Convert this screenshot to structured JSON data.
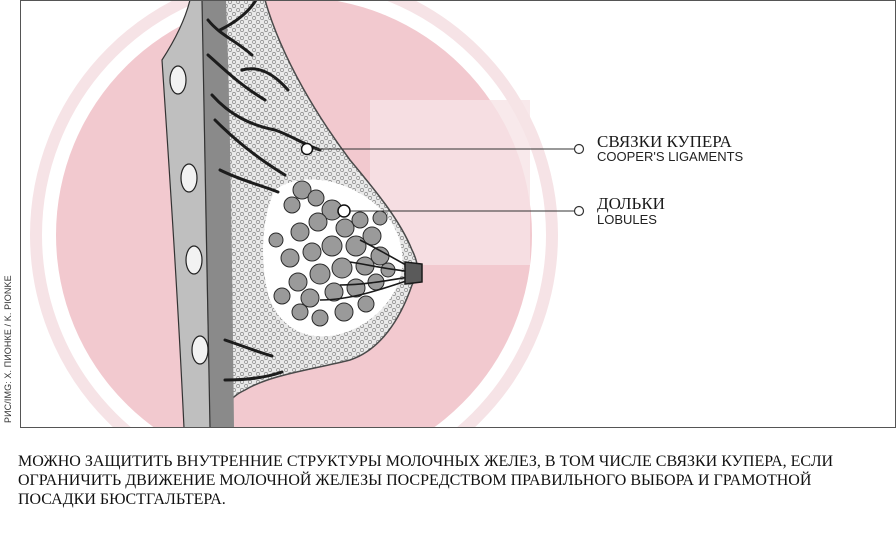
{
  "labels": [
    {
      "ru": "СВЯЗКИ КУПЕРА",
      "en": "COOPER'S LIGAMENTS"
    },
    {
      "ru": "ДОЛЬКИ",
      "en": "LOBULES"
    }
  ],
  "credit": "РИС/IMG: Х. ПИОНКЕ / K. PIONKE",
  "caption": "МОЖНО ЗАЩИТИТЬ ВНУТРЕННИЕ СТРУКТУРЫ МОЛОЧНЫХ ЖЕЛЕЗ, В ТОМ ЧИСЛЕ СВЯЗКИ КУПЕРА, ЕСЛИ ОГРАНИЧИТЬ ДВИЖЕНИЕ МОЛОЧНОЙ ЖЕЛЕЗЫ ПОСРЕДСТВОМ ПРАВИЛЬНОГО ВЫБОРА И ГРАМОТНОЙ ПОСАДКИ БЮСТГАЛЬТЕРА.",
  "colors": {
    "circle": "#f2c9cf",
    "ring": "#f6e3e6",
    "muscle": "#7a7a7a",
    "ligament": "#1c1c1c",
    "tissue": "#d9d9d9"
  }
}
